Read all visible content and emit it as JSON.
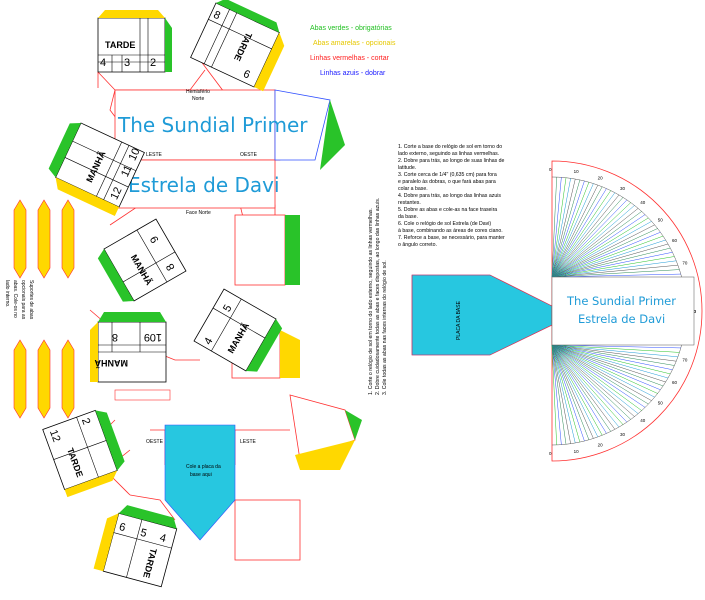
{
  "legend": {
    "green": "Abas verdes - obrigatórias",
    "yellow": "Abas amarelas - opcionais",
    "red": "Linhas vermelhas - cortar",
    "blue": "Linhas azuis - dobrar"
  },
  "net": {
    "title": "The Sundial Primer",
    "subtitle": "Estrela de Davi",
    "hemisphere_1": "Hemisfério",
    "hemisphere_2": "Norte",
    "leste": "LESTE",
    "oeste": "OESTE",
    "face_norte": "Face Norte",
    "base_glue_1": "Cole a placa da",
    "base_glue_2": "base aqui"
  },
  "dials": {
    "tarde": "TARDE",
    "manha": "MANHÃ",
    "nums": {
      "n2": "2",
      "n3": "3",
      "n4": "4",
      "n5": "5",
      "n6": "6",
      "n8": "8",
      "n9": "9",
      "n10": "10",
      "n11": "11",
      "n12": "12"
    }
  },
  "supports": {
    "line1": "Suportes de abas",
    "line2": "opcionais para as",
    "line3": "abas. Cole-os no",
    "line4": "lado interno."
  },
  "vertical_instructions": {
    "l1": "1. Corte o relógio de sol em torno do lado externo, seguindo as linhas vermelhas.",
    "l2": "2. Dobre cuidadosamente todas as abas e faces dispostas, ao longo das linhas azuis.",
    "l3": "3. Cole todas as abas nas faces internas do relógio de sol."
  },
  "instructions": {
    "l1": "1. Corte a base do relógio de sol em torno do",
    "l2": "lado externo, seguindo as linhas vermelhas.",
    "l3": "2. Dobre para trás, ao longo de suas linhas de",
    "l4": "latitude.",
    "l5": "3. Corte cerca de 1/4\" (0,635 cm) para fora",
    "l6": "e paralelo às dobras, o que fará abas para",
    "l7": "colar a base.",
    "l8": "4. Dobre para trás, ao longo das linhas azuis",
    "l9": "restantes.",
    "l10": "5. Dobre as abas e cole-as na face traseira",
    "l11": "da base.",
    "l12": "6. Cole o relógio de sol Estrela (de Davi)",
    "l13": "à base, combinando as áreas de cores ciano.",
    "l14": "7. Reforce a base, se necessário, para manter",
    "l15": "o ângulo correto."
  },
  "base": {
    "placa_label": "PLACA DA BASE",
    "title": "The Sundial Primer",
    "subtitle": "Estrela de Davi",
    "scale_ticks": [
      "0",
      "10",
      "20",
      "30",
      "40",
      "50",
      "60",
      "70",
      "80",
      "90"
    ]
  },
  "colors": {
    "green_tab": "#29c329",
    "yellow_tab": "#ffd800",
    "cut_line": "#ff3030",
    "fold_line": "#3050ff",
    "title": "#1f9bd7",
    "cyan_area": "#27c7e0"
  }
}
